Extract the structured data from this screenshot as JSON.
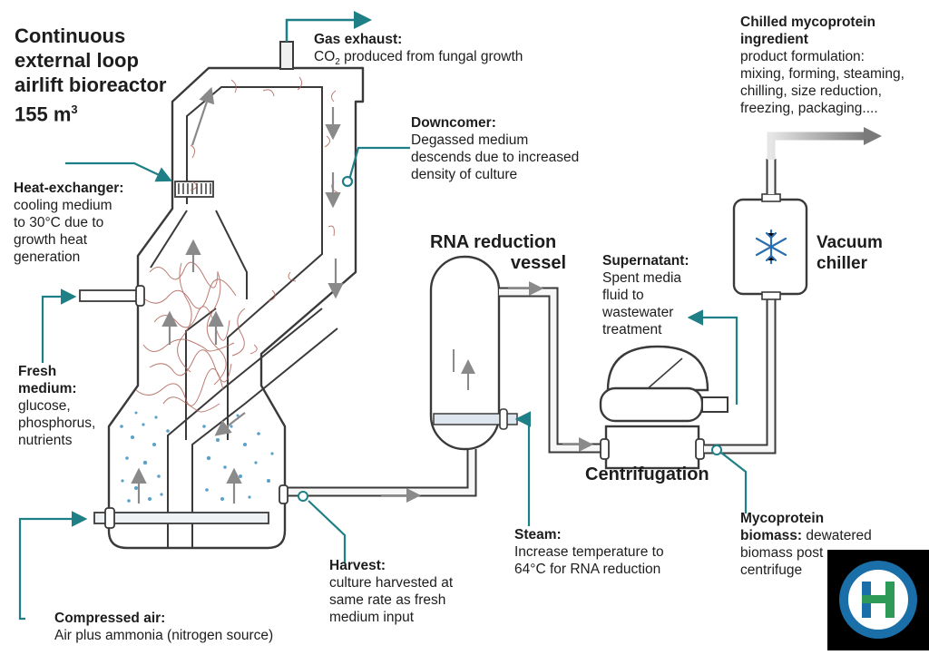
{
  "title": {
    "line1": "Continuous",
    "line2": "external loop",
    "line3": "airlift bioreactor",
    "line4": "155 m",
    "sup": "3"
  },
  "gas_exhaust": {
    "heading": "Gas exhaust:",
    "text_pre": "CO",
    "sub": "2",
    "text_post": " produced from fungal growth"
  },
  "downcomer": {
    "heading": "Downcomer:",
    "lines": [
      "Degassed medium",
      "descends due to increased",
      "density of culture"
    ]
  },
  "heat_exchanger": {
    "heading": "Heat-exchanger:",
    "lines": [
      "cooling medium",
      "to 30°C due to",
      "growth heat",
      "generation"
    ]
  },
  "fresh_medium": {
    "heading1": "Fresh",
    "heading2": "medium:",
    "lines": [
      "glucose,",
      "phosphorus,",
      "nutrients"
    ]
  },
  "compressed_air": {
    "heading": "Compressed air:",
    "text": "Air plus ammonia (nitrogen source)"
  },
  "harvest": {
    "heading": "Harvest:",
    "lines": [
      "culture harvested at",
      "same rate as fresh",
      "medium input"
    ]
  },
  "rna_vessel": {
    "line1": "RNA reduction",
    "line2": "vessel"
  },
  "steam": {
    "heading": "Steam:",
    "lines": [
      "Increase temperature to",
      "64°C for RNA reduction"
    ]
  },
  "supernatant": {
    "heading": "Supernatant:",
    "lines": [
      "Spent media",
      "fluid to",
      "wastewater",
      "treatment"
    ]
  },
  "centrifugation": {
    "label": "Centrifugation"
  },
  "vacuum_chiller": {
    "line1": "Vacuum",
    "line2": "chiller"
  },
  "chilled": {
    "heading1": "Chilled mycoprotein",
    "heading2": "ingredient",
    "lines": [
      "product formulation:",
      "mixing, forming, steaming,",
      "chilling, size reduction,",
      "freezing, packaging...."
    ]
  },
  "mycoprotein": {
    "heading1": "Mycoprotein",
    "heading2": "biomass:",
    "inline": " dewatered",
    "lines": [
      "biomass post",
      "centrifuge"
    ]
  },
  "colors": {
    "teal": "#1f7f86",
    "vessel_stroke": "#3a3a3a",
    "pipe_fill": "#f7f7f7",
    "hyphae": "#b0655a",
    "bubble": "#5aa0c8",
    "arrow_grey": "#8a8a8a",
    "logo_blue": "#1b6fa8",
    "logo_green": "#2e9a58"
  },
  "icons": [
    "snowflake-icon",
    "logo-icon"
  ]
}
